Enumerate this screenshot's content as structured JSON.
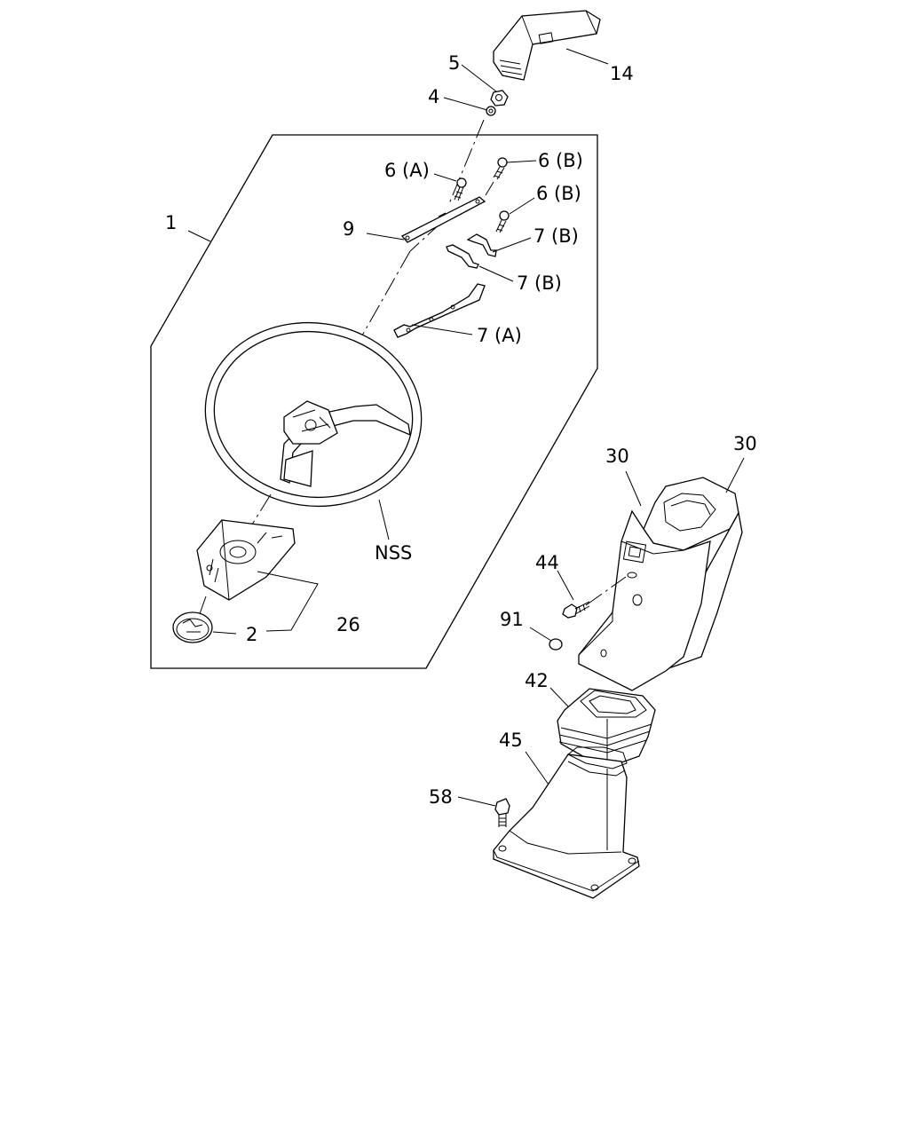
{
  "callouts": {
    "c1": "1",
    "c2": "2",
    "c4": "4",
    "c5": "5",
    "c6a": "6 (A)",
    "c6b_1": "6 (B)",
    "c6b_2": "6 (B)",
    "c7b_1": "7 (B)",
    "c7b_2": "7 (B)",
    "c7a": "7 (A)",
    "c9": "9",
    "c14": "14",
    "c26": "26",
    "c30_1": "30",
    "c30_2": "30",
    "c42": "42",
    "c44": "44",
    "c45": "45",
    "c58": "58",
    "c91": "91",
    "nss": "NSS"
  },
  "parts": [
    "cover-14",
    "nut-5",
    "washer-4",
    "screw-6a",
    "screw-6b",
    "plate-9",
    "bracket-7b",
    "bracket-7a",
    "steering-wheel",
    "hub-bracket-26",
    "horn-pad-2",
    "column-cover-30-upper",
    "column-cover-30-lower",
    "screw-44",
    "o-ring-91",
    "boot-42",
    "boot-base-45",
    "bolt-58"
  ]
}
